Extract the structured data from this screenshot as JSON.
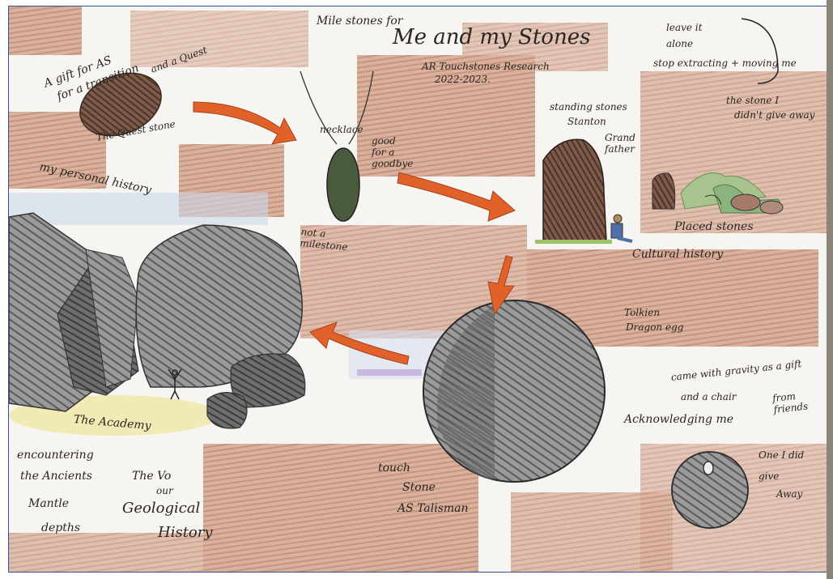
{
  "drawing": {
    "title_prefix": "Mile stones for",
    "title": "Me and my Stones",
    "subtitle_line1": "AR Touchstones Research",
    "subtitle_line2": "2022-2023.",
    "top_left_note_line1": "A gift for AS",
    "top_left_note_line2": "for a transition",
    "top_left_note_line3": "and a Quest",
    "quest_stone_label": "The Quest stone",
    "personal_history": "my personal history",
    "necklace_label": "necklace",
    "good_for_goodbye": "good for a goodbye",
    "not_milestone": "not a milestone",
    "standing_stones_line1": "standing stones",
    "standing_stones_line2": "Stanton",
    "standing_stones_line3": "Grand father",
    "leave_alone_line1": "leave it",
    "leave_alone_line2": "alone",
    "leave_alone_line3": "stop extracting + moving me",
    "stone_gave_away_line1": "the stone I",
    "stone_gave_away_line2": "didn't give away",
    "placed_stones": "Placed stones",
    "cultural_history": "Cultural history",
    "dragon_egg_line1": "Tolkien",
    "dragon_egg_line2": "Dragon egg",
    "gravity_gift_line1": "came with gravity as a gift",
    "gravity_gift_line2": "and a chair",
    "gravity_gift_line3": "from friends",
    "acknowledging": "Acknowledging me",
    "academy": "The Academy",
    "encountering_line1": "encountering",
    "encountering_line2": "the Ancients",
    "encountering_line3": "Mantle",
    "encountering_line4": "depths",
    "geological_line1": "The Vo",
    "geological_line2": "our",
    "geological_line3": "Geological",
    "geological_line4": "History",
    "touchstone_line1": "touch",
    "touchstone_line2": "Stone",
    "touchstone_line3": "AS Talisman",
    "one_gave_line1": "One I did",
    "one_gave_line2": "give",
    "one_gave_line3": "Away"
  },
  "colors": {
    "paper": "#f7f5f1",
    "terracotta_shading": "#c4876c",
    "arrow_orange": "#e0622a",
    "pencil_grey": "#6f6f6f",
    "border_blue": "#2f4f9a"
  }
}
